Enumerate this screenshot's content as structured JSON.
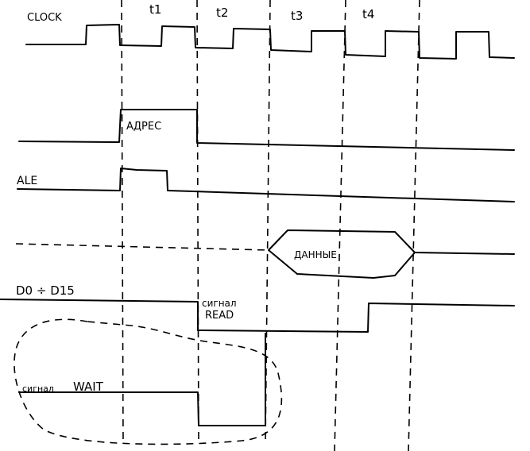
{
  "timing_diagram": {
    "periods": [
      "t1",
      "t2",
      "t3",
      "t4"
    ],
    "signals": {
      "clock": "CLOCK",
      "address": "АДРЕС",
      "ale": "ALE",
      "data": "ДАННЫЕ",
      "bus": "D0 ÷ D15",
      "read_line1": "сигнал",
      "read_line2": "READ",
      "wait_prefix": "сигнал",
      "wait_name": "WAIT"
    }
  }
}
